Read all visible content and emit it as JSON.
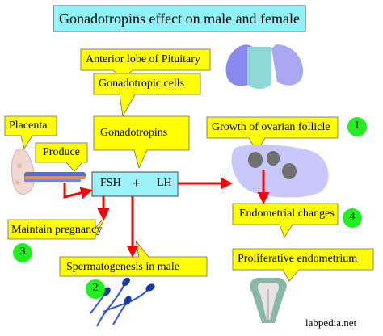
{
  "title": "Gonadotropins effect on male and female",
  "labels": {
    "pituitary": "Anterior lobe of Pituitary",
    "gonadotropic_cells": "Gonadotropic cells",
    "gonadotropins": "Gonadotropins",
    "placenta": "Placenta",
    "produce": "Produce",
    "fsh": "FSH",
    "plus": "+",
    "lh": "LH",
    "follicle_growth": "Growth of ovarian follicle",
    "maintain_pregnancy": "Maintain pregnancy",
    "spermatogenesis": "Spermatogenesis in male",
    "endometrial_changes": "Endometrial changes",
    "proliferative": "Proliferative endometrium"
  },
  "badges": {
    "follicle": "1",
    "spermatogenesis": "2",
    "pregnancy": "3",
    "endometrial": "4"
  },
  "watermark": "labpedia.net",
  "colors": {
    "title_bg": "#8ff3f9",
    "callout_bg": "#ffff00",
    "hormone_box_bg": "#9ef3fb",
    "arrow": "#ff0000",
    "badge_bg": "#22ee22",
    "ovary": "#c8c8ff",
    "follicle": "#707070"
  }
}
